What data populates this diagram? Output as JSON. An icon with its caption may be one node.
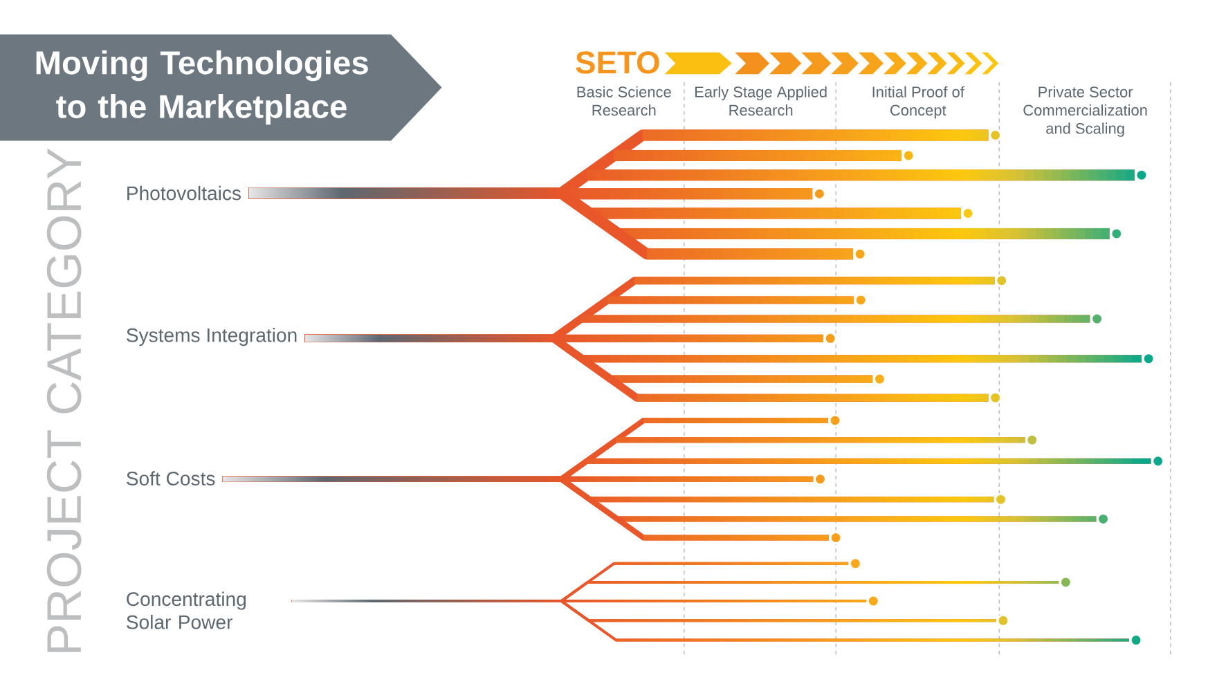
{
  "diagram": {
    "title": "Moving Technologies to the Marketplace",
    "nodes": [
      {
        "text": [
          "Photovoltaics"
        ]
      },
      {
        "text": [
          "Systems Integration"
        ]
      },
      {
        "text": [
          "Soft Costs"
        ]
      },
      {
        "text": [
          "Concentrating Solar Power"
        ]
      }
    ],
    "edges": [
      {
        "from": 0,
        "to": null,
        "arrow": "other"
      },
      {
        "from": 0,
        "to": null,
        "arrow": "other"
      },
      {
        "from": 0,
        "to": null,
        "arrow": "other"
      },
      {
        "from": 0,
        "to": null,
        "arrow": "other"
      },
      {
        "from": 0,
        "to": null,
        "arrow": "other"
      },
      {
        "from": 0,
        "to": null,
        "arrow": "other"
      },
      {
        "from": 0,
        "to": null,
        "arrow": "other"
      },
      {
        "from": 1,
        "to": null,
        "arrow": "other"
      },
      {
        "from": 1,
        "to": null,
        "arrow": "other"
      },
      {
        "from": 1,
        "to": null,
        "arrow": "other"
      },
      {
        "from": 1,
        "to": null,
        "arrow": "other"
      },
      {
        "from": 1,
        "to": null,
        "arrow": "other"
      },
      {
        "from": 1,
        "to": null,
        "arrow": "other"
      },
      {
        "from": 1,
        "to": null,
        "arrow": "other"
      },
      {
        "from": 2,
        "to": null,
        "arrow": "other"
      },
      {
        "from": 2,
        "to": null,
        "arrow": "other"
      },
      {
        "from": 2,
        "to": null,
        "arrow": "other"
      },
      {
        "from": 2,
        "to": null,
        "arrow": "other"
      },
      {
        "from": 2,
        "to": null,
        "arrow": "other"
      },
      {
        "from": 2,
        "to": null,
        "arrow": "other"
      },
      {
        "from": 2,
        "to": null,
        "arrow": "other"
      },
      {
        "from": 3,
        "to": null,
        "arrow": "other"
      },
      {
        "from": 3,
        "to": null,
        "arrow": "other"
      },
      {
        "from": 3,
        "to": null,
        "arrow": "other"
      },
      {
        "from": 3,
        "to": null,
        "arrow": "other"
      },
      {
        "from": 3,
        "to": null,
        "arrow": "other"
      }
    ],
    "labels": [
      "SETO",
      "Basic Science Research",
      "Early Stage Applied Research",
      "Initial Proof of Concept",
      "Private Sector Commercialization and Scaling",
      "PROJECT CATEGORY"
    ]
  }
}
